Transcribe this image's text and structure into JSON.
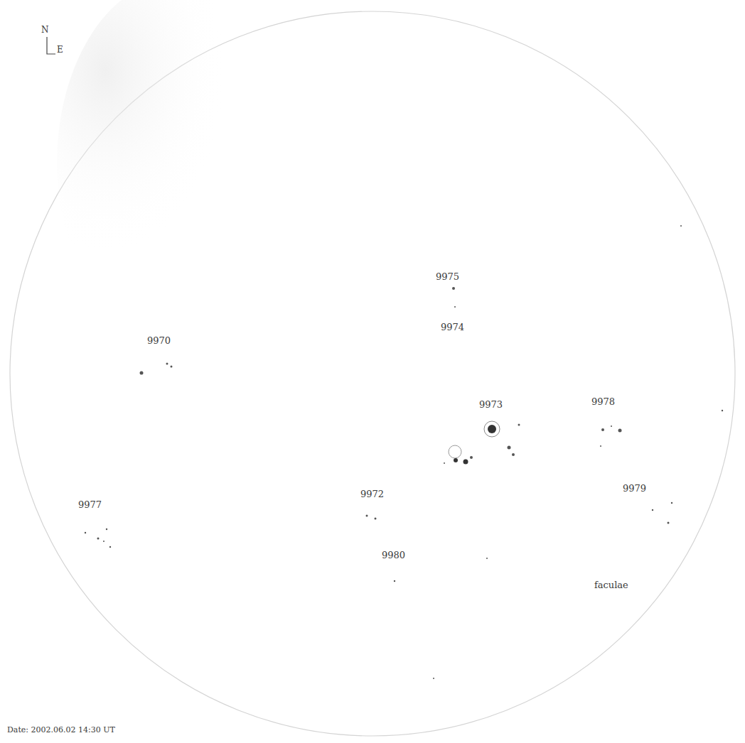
{
  "diagram": {
    "labels": [
      "N",
      "E",
      "9975",
      "9974",
      "9970",
      "9973",
      "9978",
      "9972",
      "9979",
      "9977",
      "9980",
      "faculae",
      "Date: 2002.06.02 14:30 UT"
    ]
  }
}
